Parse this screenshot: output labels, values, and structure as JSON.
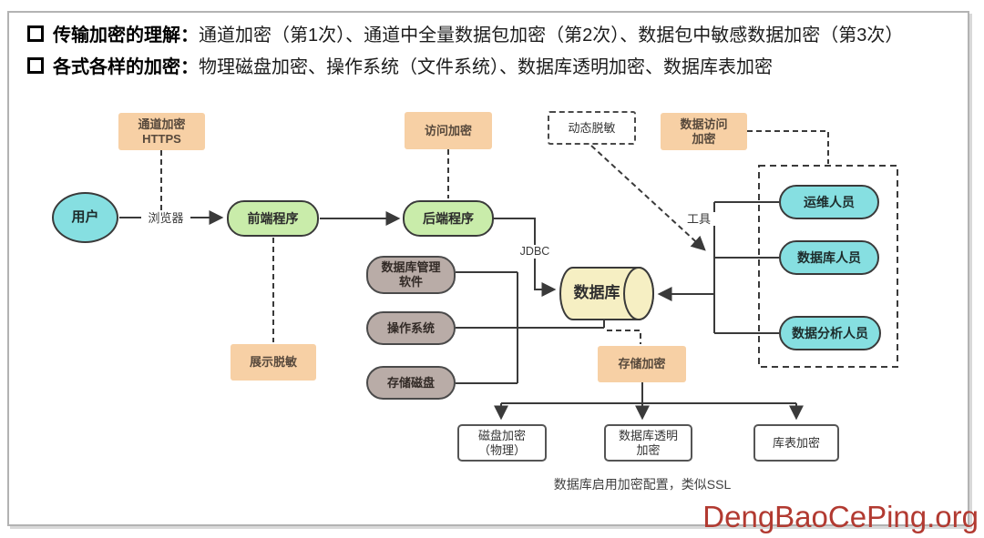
{
  "header": {
    "lines": [
      {
        "label": "传输加密的理解：",
        "text": "通道加密（第1次）、通道中全量数据包加密（第2次）、数据包中敏感数据加密（第3次）"
      },
      {
        "label": "各式各样的加密：",
        "text": "物理磁盘加密、操作系统（文件系统）、数据库透明加密、数据库表加密"
      }
    ]
  },
  "nodes": {
    "channel_encrypt": "通道加密\nHTTPS",
    "access_encrypt": "访问加密",
    "dynamic_mask": "动态脱敏",
    "data_access_encrypt": "数据访问\n加密",
    "user": "用户",
    "frontend": "前端程序",
    "backend": "后端程序",
    "database": "数据库",
    "display_mask": "展示脱敏",
    "db_mgmt_software": "数据库管理\n软件",
    "os": "操作系统",
    "storage_disk": "存储磁盘",
    "storage_encrypt": "存储加密",
    "ops_person": "运维人员",
    "db_person": "数据库人员",
    "analyst_person": "数据分析人员",
    "disk_encrypt": "磁盘加密\n（物理）",
    "tde": "数据库透明\n加密",
    "table_encrypt": "库表加密"
  },
  "edge_labels": {
    "browser": "浏览器",
    "jdbc": "JDBC",
    "tools": "工具"
  },
  "caption": "数据库启用加密配置，类似SSL",
  "watermark": "DengBaoCePing.org",
  "colors": {
    "orange_box": "#f7d0a5",
    "green_box": "#c9ecaa",
    "cyan_box": "#86dfe1",
    "gray_box": "#b9aca7",
    "cylinder_yellow": "#f6efc3",
    "line": "#3a3a3a",
    "watermark_red": "#b23a31"
  }
}
